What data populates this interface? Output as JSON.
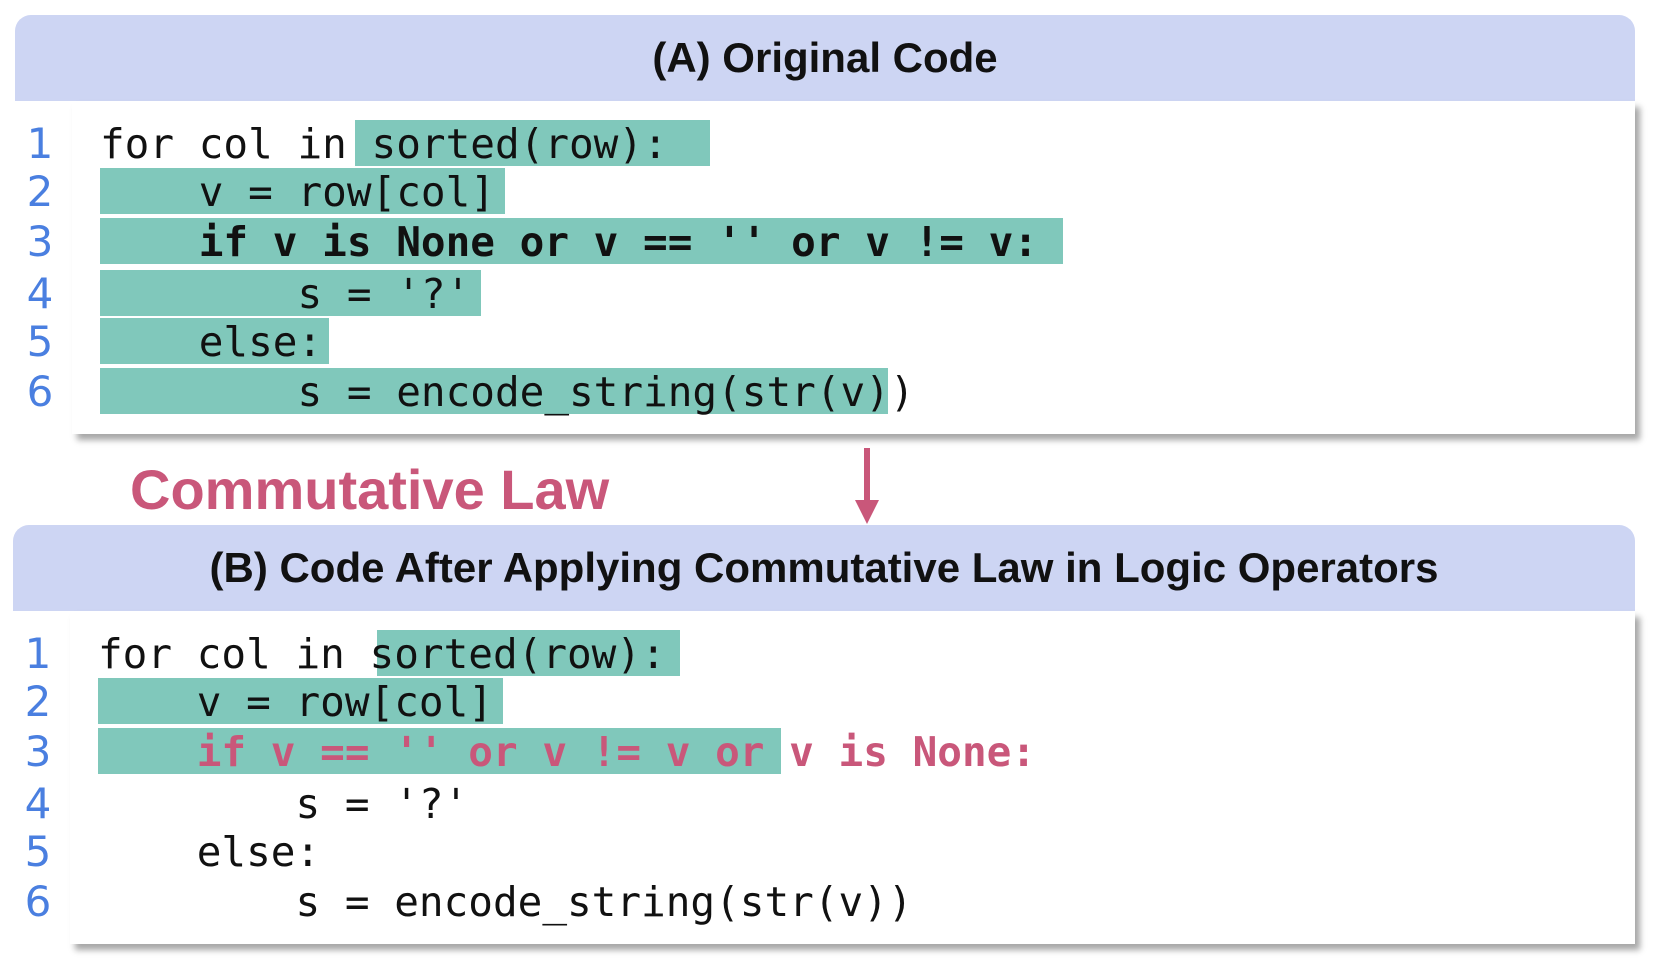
{
  "panel_a": {
    "title": "(A) Original Code",
    "line_numbers": [
      "1",
      "2",
      "3",
      "4",
      "5",
      "6"
    ],
    "lines": [
      "for col in sorted(row):",
      "    v = row[col]",
      "    if v is None or v == '' or v != v:",
      "        s = '?'",
      "    else:",
      "        s = encode_string(str(v))"
    ]
  },
  "transformation": {
    "label": "Commutative Law",
    "arrow_icon": "down-arrow-icon"
  },
  "panel_b": {
    "title": "(B) Code After Applying Commutative Law in Logic Operators",
    "line_numbers": [
      "1",
      "2",
      "3",
      "4",
      "5",
      "6"
    ],
    "lines": [
      "for col in sorted(row):",
      "    v = row[col]",
      "    if v == '' or v != v or v is None:",
      "        s = '?'",
      "    else:",
      "        s = encode_string(str(v))"
    ]
  },
  "colors": {
    "header_bg": "#cdd5f3",
    "highlight": "#80c8bb",
    "line_number": "#4a7fe0",
    "accent": "#c9577a",
    "text": "#111111"
  }
}
